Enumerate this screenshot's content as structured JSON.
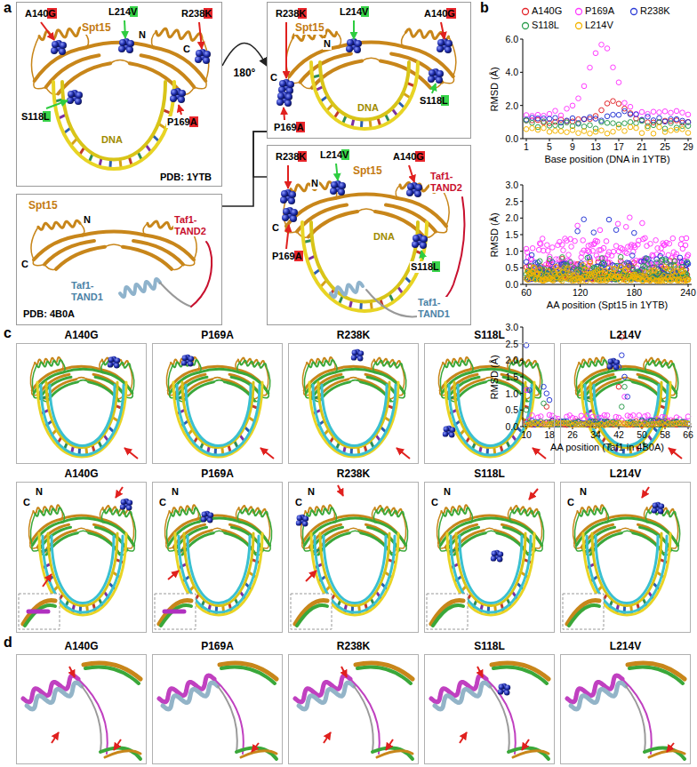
{
  "diagram": {
    "nodes": [
      {
        "text": [
          "A140G",
          "L214V",
          "R238K",
          "Spt15",
          "N",
          "C",
          "S118L",
          "P169A",
          "DNA",
          "PDB: 1YTB"
        ]
      },
      {
        "text": [
          "R238K",
          "L214V",
          "A140G",
          "Spt15",
          "N",
          "C",
          "S118L",
          "P169A",
          "DNA"
        ]
      },
      {
        "text": [
          "Spt15",
          "N",
          "Taf1- TAND2",
          "C",
          "Taf1- TAND1",
          "PDB: 4B0A"
        ]
      },
      {
        "text": [
          "R238K",
          "L214V",
          "A140G",
          "Spt15",
          "Taf1- TAND2",
          "N",
          "C",
          "P169A",
          "DNA",
          "Taf1- TAND1",
          "S118L"
        ]
      },
      {
        "text": [
          "A140G"
        ]
      },
      {
        "text": [
          "P169A"
        ]
      },
      {
        "text": [
          "R238K"
        ]
      },
      {
        "text": [
          "S118L"
        ]
      },
      {
        "text": [
          "L214V"
        ]
      },
      {
        "text": [
          "A140G",
          "C",
          "N"
        ]
      },
      {
        "text": [
          "P169A",
          "C",
          "N"
        ]
      },
      {
        "text": [
          "R238K",
          "C",
          "N"
        ]
      },
      {
        "text": [
          "S118L",
          "C",
          "N"
        ]
      },
      {
        "text": [
          "L214V",
          "C",
          "N"
        ]
      },
      {
        "text": [
          "A140G"
        ]
      },
      {
        "text": [
          "P169A"
        ]
      },
      {
        "text": [
          "R238K"
        ]
      },
      {
        "text": [
          "S118L"
        ]
      },
      {
        "text": [
          "L214V"
        ]
      }
    ],
    "edges": [
      {
        "from": 0,
        "to": 1,
        "label": "180°",
        "arrow": "to"
      },
      {
        "from": 1,
        "to": 2,
        "arrow": "none"
      },
      {
        "from": 1,
        "to": 3,
        "arrow": "none"
      }
    ],
    "labels": [
      "a",
      "b",
      "c",
      "d",
      "6.0",
      "4.0",
      "2.0",
      "0.0",
      "1",
      "5",
      "9",
      "13",
      "17",
      "21",
      "25",
      "29",
      "RMSD (Å)",
      "Base position (DNA in 1YTB)",
      "3.0",
      "2.5",
      "2.0",
      "1.5",
      "1.0",
      "0.5",
      "0.0",
      "60",
      "120",
      "180",
      "240",
      "RMSD (Å)",
      "AA position (Spt15 in 1YTB)",
      "3.0",
      "2.5",
      "2.0",
      "1.5",
      "1.0",
      "0.5",
      "0.0",
      "10",
      "18",
      "26",
      "34",
      "42",
      "50",
      "58",
      "66",
      "RMSD (Å)",
      "AA position (Taf1 in 4B0A)"
    ],
    "legend": [
      {
        "text": "A140G"
      },
      {
        "text": "P169A"
      },
      {
        "text": "R238K"
      },
      {
        "text": "S118L"
      },
      {
        "text": "L214V"
      }
    ]
  }
}
